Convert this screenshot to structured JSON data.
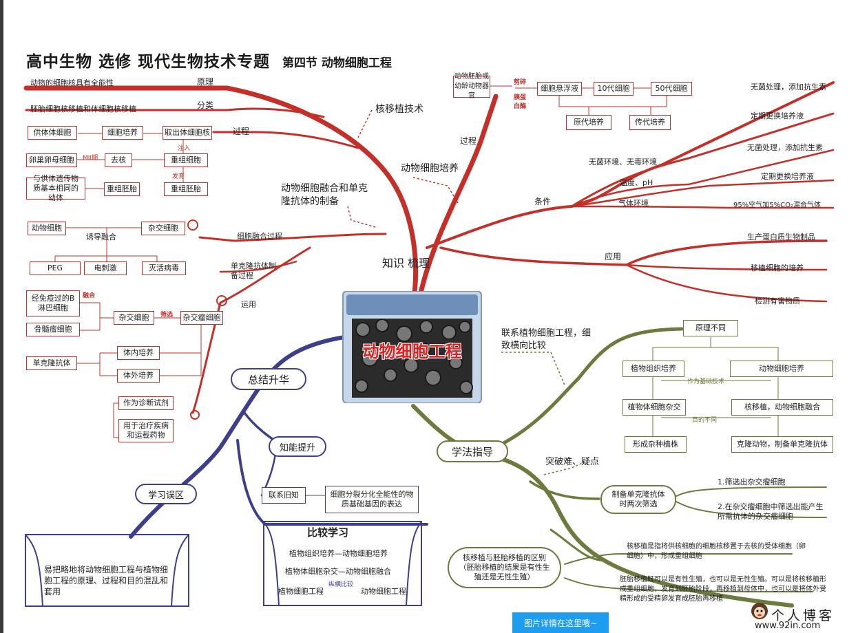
{
  "title": {
    "main": "高中生物   选修   现代生物技术专题",
    "section": "第四节   动物细胞工程"
  },
  "center": {
    "label": "动物细胞工程"
  },
  "knowledge": {
    "label": "知识   梳理",
    "nuclear_transfer": {
      "label": "核移植技术",
      "principle_label": "原理",
      "principle_text": "动物的细胞核具有全能性",
      "category_label": "分类",
      "category_text": "胚胎细胞核移植和体细胞核移植",
      "process_label": "过程",
      "donor_cell": "供体体细胞",
      "cell_culture": "细胞培养",
      "take_nucleus": "取出体细胞核",
      "inject": "注入",
      "oocyte": "卵巢卵母细胞",
      "mii": "MII期",
      "enucleate": "去核",
      "recon_cell": "重组细胞",
      "develop": "发育",
      "recon_embryo": "重组胚胎",
      "offspring": "与供体遗传物质基本相同的幼体"
    },
    "culture": {
      "label": "动物细胞培养",
      "process_label": "过程",
      "source": "动物胚胎或幼龄动物器官",
      "digest": "剪碎",
      "trypsin": "胰蛋白酶",
      "suspension": "细胞悬浮液",
      "gen10": "10代细胞",
      "gen50": "50代细胞",
      "primary": "原代培养",
      "subculture": "传代培养",
      "conditions_label": "条件",
      "sterile": "无菌环境、无毒环境",
      "sterile_a": "无菌处理，添加抗生素",
      "sterile_b": "定期更换培养液",
      "sterile_c": "无菌处理，添加抗生素",
      "sterile_d": "定期更换培养液",
      "temp": "温度、pH",
      "gas": "气体环境",
      "gas_text": "95%空气加5%CO₂混合气体",
      "apps_label": "应用",
      "app1": "生产蛋白质生物制品",
      "app2": "移植细胞的培养",
      "app3": "检测有害物质"
    },
    "fusion": {
      "label": "动物细胞融合和单克隆抗体的制备",
      "fusion_process": "细胞融合过程",
      "animal_cell": "动物细胞",
      "hybrid": "杂交细胞",
      "induce": "诱导融合",
      "peg": "PEG",
      "electric": "电刺激",
      "virus": "灭活病毒",
      "mab_process": "单克隆抗体制备过程",
      "apply": "运用",
      "immune_b": "经免疫过的B淋巴细胞",
      "myeloma": "骨髓瘤细胞",
      "fuse": "融合",
      "hybrid2": "杂交细胞",
      "select": "筛选",
      "hybridoma": "杂交瘤细胞",
      "in_vivo": "体内培养",
      "in_vitro": "体外培养",
      "mab": "单克隆抗体",
      "diag": "作为诊断试剂",
      "treat": "用于治疗疾病和运载药物"
    }
  },
  "summary": {
    "label": "总结升华",
    "ability": "知能提升",
    "link": "联系旧知",
    "link_text": "细胞分裂分化全能性的物质基础基因的表达",
    "compare": "比较学习",
    "compare1": "植物组织培养—动物细胞培养",
    "compare2": "植物体细胞杂交—动物细胞融合",
    "compare3_a": "植物细胞工程",
    "compare3_mid": "纵横比较",
    "compare3_b": "动物细胞工程",
    "mistake": "学习误区",
    "mistake_text": "易把略地将动物细胞工程与植物细胞工程的原理、过程和目的混乱和套用"
  },
  "method": {
    "label": "学法指导",
    "link_label": "联系植物细胞工程，细致横向比较",
    "principle": "原理不同",
    "plant_tissue": "植物组织培养",
    "animal_culture": "动物细胞培养",
    "basis": "作为基础技术",
    "plant_hybrid": "植物体细胞杂交",
    "nuclear_fusion": "核移植，动物细胞融合",
    "diff_purpose": "目的不同",
    "hybrid_plant": "形成杂种植株",
    "clone_animal": "克隆动物，制备单克隆抗体",
    "breakthrough": "突破难、疑点",
    "mab_select": "制备单克隆抗体时两次筛选",
    "select1": "1.筛选出杂交瘤细胞",
    "select2": "2.在杂交瘤细胞中筛选出能产生所需抗体的杂交瘤细胞",
    "diff": "核移植与胚胎移植的区别（胚胎移植的结果是有性生殖还是无性生殖）",
    "diff_a": "核移植是指将供核细胞的细胞核移置于去核的受体细胞（卵细胞）中，形成重组细胞",
    "diff_b": "胚胎移植既可以是有性生殖，也可以是无性生殖。可以是将核移植形成重组细胞，发育到胚胎阶段，再移植到母体中，也可以是将体外受精形成的受精卵发育成胚胎再移植"
  },
  "footer": {
    "button": "图片详情在这里哦~",
    "watermark_name": "个人博客",
    "watermark_url": "www.92in.com"
  },
  "colors": {
    "red": "#c3302a",
    "navy": "#3d3f8a",
    "olive": "#6b7a3d"
  }
}
